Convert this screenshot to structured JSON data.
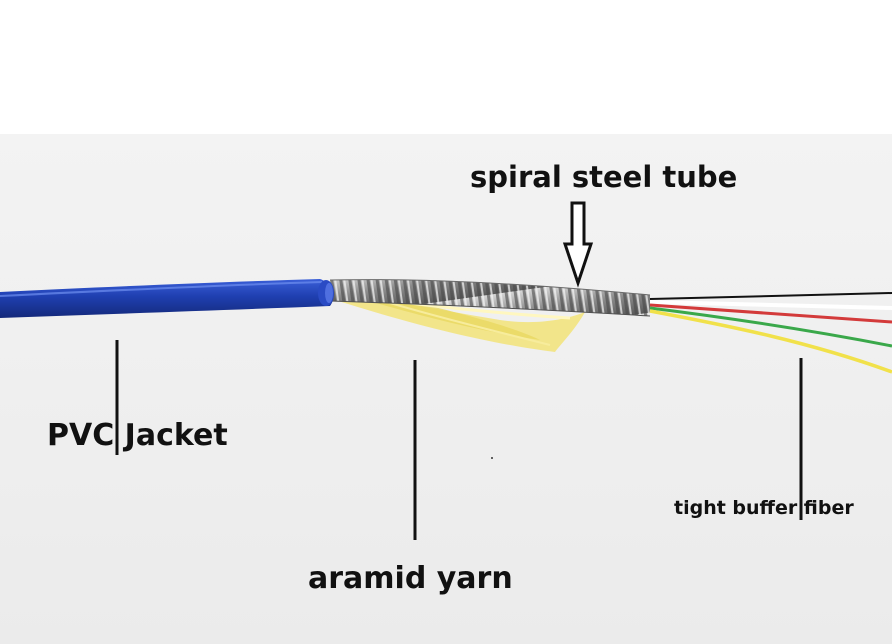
{
  "labels": {
    "spiral_steel_tube": "spiral steel tube",
    "pvc_jacket": "PVC Jacket",
    "aramid_yarn": "aramid yarn",
    "tight_buffer_fiber": "tight buffer fiber"
  },
  "colors": {
    "jacket": "#1f3fb0",
    "steel": "#9a9a9a",
    "aramid": "#f2e58a",
    "fiber_white": "#ffffff",
    "fiber_red": "#d33a3a",
    "fiber_green": "#3aa84a",
    "fiber_yellow": "#f1e14a",
    "fiber_black": "#111111"
  }
}
